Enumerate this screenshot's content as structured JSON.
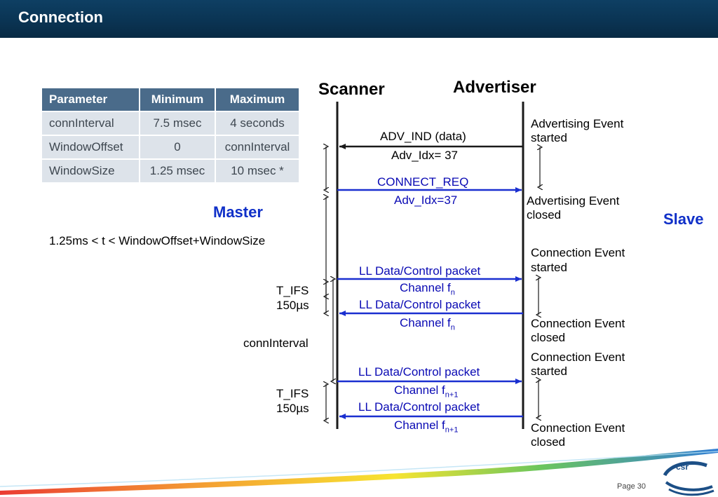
{
  "slide": {
    "title": "Connection",
    "page_label": "Page 30"
  },
  "logo": {
    "text": "csr"
  },
  "table": {
    "headers": [
      "Parameter",
      "Minimum",
      "Maximum"
    ],
    "rows": [
      [
        "connInterval",
        "7.5 msec",
        "4 seconds"
      ],
      [
        "WindowOffset",
        "0",
        "connInterval"
      ],
      [
        "WindowSize",
        "1.25 msec",
        "10 msec *"
      ]
    ]
  },
  "diagram": {
    "scanner": "Scanner",
    "advertiser": "Advertiser",
    "master": "Master",
    "slave": "Slave",
    "window_formula": "1.25ms < t < WindowOffset+WindowSize",
    "conn_interval": "connInterval",
    "tifs_1": {
      "name": "T_IFS",
      "value": "150µs"
    },
    "tifs_2": {
      "name": "T_IFS",
      "value": "150µs"
    },
    "messages": {
      "adv_ind": "ADV_IND (data)",
      "adv_idx_1": "Adv_Idx= 37",
      "connect_req": "CONNECT_REQ",
      "adv_idx_2": "Adv_Idx=37",
      "ll1": "LL Data/Control packet",
      "ch1_base": "Channel f",
      "ch1_sub": "n",
      "ll2": "LL Data/Control packet",
      "ch2_base": "Channel f",
      "ch2_sub": "n",
      "ll3": "LL Data/Control packet",
      "ch3_base": "Channel f",
      "ch3_sub": "n+1",
      "ll4": "LL Data/Control packet",
      "ch4_base": "Channel f",
      "ch4_sub": "n+1"
    },
    "events": {
      "adv_start_1": "Advertising Event",
      "adv_start_2": "started",
      "adv_closed_1": "Advertising Event",
      "adv_closed_2": "closed",
      "conn1_start_1": "Connection Event",
      "conn1_start_2": "started",
      "conn1_closed_1": "Connection Event",
      "conn1_closed_2": "closed",
      "conn2_start_1": "Connection Event",
      "conn2_start_2": "started",
      "conn2_closed_1": "Connection Event",
      "conn2_closed_2": "closed"
    },
    "colors": {
      "arrow_black": "#1a1a1a",
      "arrow_blue": "#1a2fd0",
      "role_blue": "#1030c8"
    }
  }
}
